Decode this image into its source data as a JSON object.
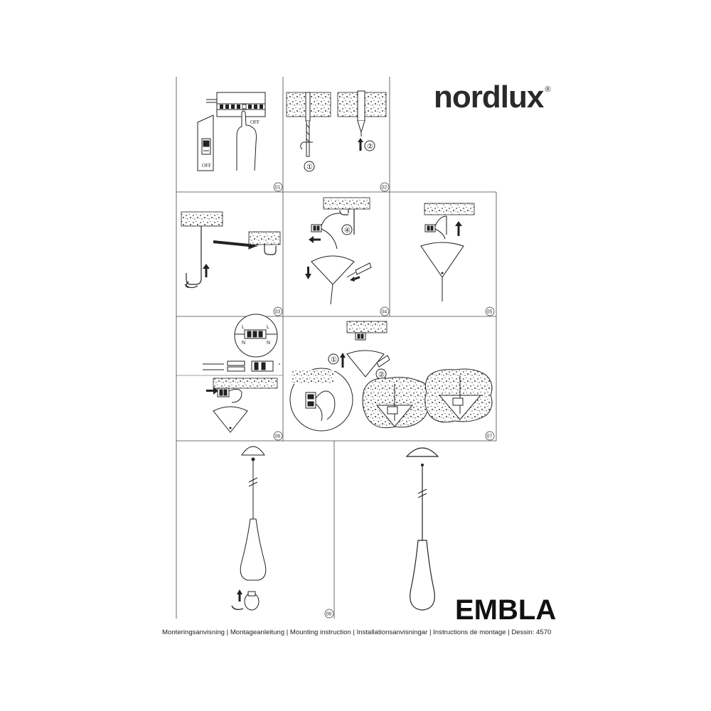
{
  "brand": {
    "name": "nordlux",
    "registered": "®"
  },
  "product_name": "EMBLA",
  "footer_text": "Monteringsanvisning | Montageanleitung | Mounting instruction | Installationsanvisningar | Instructions de montage | Dessin: 4570",
  "steps": [
    {
      "number": "01",
      "labels": [
        "OFF",
        "OFF"
      ]
    },
    {
      "number": "02",
      "labels": [
        "①",
        "②"
      ]
    },
    {
      "number": "03",
      "labels": []
    },
    {
      "number": "04",
      "labels": [
        "④"
      ]
    },
    {
      "number": "05",
      "labels": []
    },
    {
      "number": "06",
      "labels": [
        "L",
        "N",
        "L",
        "N"
      ]
    },
    {
      "number": "07",
      "labels": [
        "①",
        "②"
      ]
    },
    {
      "number": "08",
      "labels": []
    }
  ],
  "icons": [
    "fuse-box-icon",
    "drill-icon",
    "wall-plug-icon",
    "ceiling-hook-icon",
    "terminal-block-icon",
    "pendant-shade-icon",
    "light-bulb-icon"
  ]
}
